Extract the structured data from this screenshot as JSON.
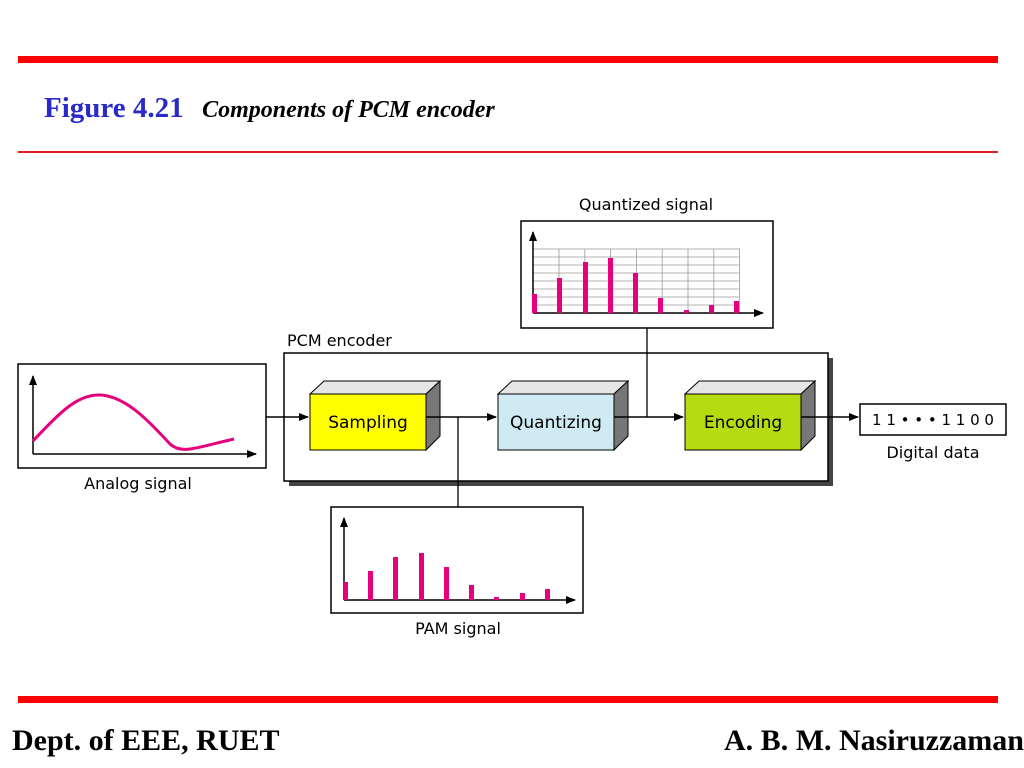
{
  "header": {
    "figure_number": "Figure 4.21",
    "caption": "Components of PCM encoder"
  },
  "diagram": {
    "quantized_signal_label": "Quantized signal",
    "pcm_encoder_label": "PCM encoder",
    "analog_signal_label": "Analog signal",
    "pam_signal_label": "PAM signal",
    "digital_data_label": "Digital data",
    "digital_data_value": "1 1 • • • 1 1 0 0",
    "blocks": {
      "sampling": "Sampling",
      "quantizing": "Quantizing",
      "encoding": "Encoding"
    },
    "colors": {
      "sampling": "#ffff00",
      "quantizing": "#cfeaf3",
      "encoding": "#b5dc10",
      "pulse": "#e6007e",
      "analog_curve": "#e6007e",
      "rule": "#ff0000"
    }
  },
  "footer": {
    "left": "Dept. of EEE, RUET",
    "right": "A. B. M. Nasiruzzaman"
  }
}
